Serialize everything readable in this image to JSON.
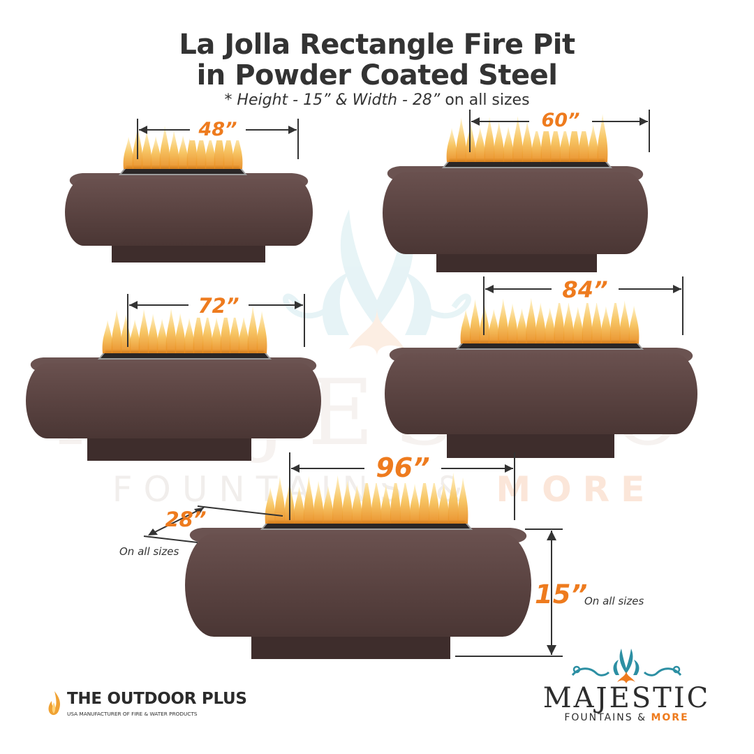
{
  "header": {
    "title_line1": "La Jolla Rectangle Fire Pit",
    "title_line2": "in Powder Coated Steel",
    "subtitle_italic": "* Height - 15” & Width - 28”",
    "subtitle_rest": " on all sizes"
  },
  "sizes": [
    {
      "label": "48”"
    },
    {
      "label": "60”"
    },
    {
      "label": "72”"
    },
    {
      "label": "84”"
    },
    {
      "label": "96”"
    }
  ],
  "dimensions": {
    "width_label": "28”",
    "width_note": "On all sizes",
    "height_label": "15”",
    "height_note": "On all sizes"
  },
  "watermark": {
    "brand": "MAJESTIC",
    "sub_a": "FOUNTAINS & ",
    "sub_b": "MORE"
  },
  "logos": {
    "outdoor_plus": {
      "name": "THE OUTDOOR PLUS",
      "tagline": "USA MANUFACTURER OF FIRE & WATER PRODUCTS"
    },
    "majestic": {
      "name": "MAJESTIC",
      "sub_a": "FOUNTAINS & ",
      "sub_b": "MORE"
    }
  },
  "colors": {
    "accent": "#ee7b1e",
    "body": "#5a4341",
    "text": "#333333",
    "flame": "#f5b545"
  }
}
